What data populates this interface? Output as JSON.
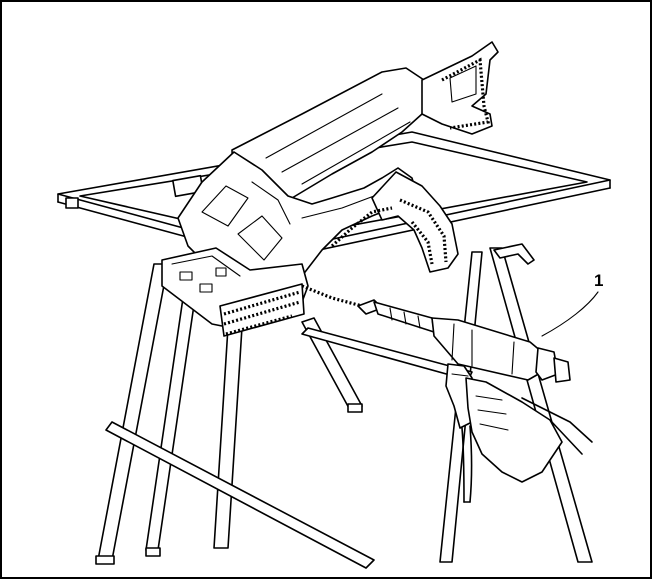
{
  "diagram": {
    "callouts": [
      {
        "label": "1",
        "target": "adhesive-dispenser-gun"
      }
    ],
    "components": [
      "work-stand",
      "body-panel-assembly",
      "adhesive-bead",
      "adhesive-dispenser-gun",
      "technician-hand"
    ],
    "colors": {
      "line": "#000000",
      "background": "#ffffff"
    }
  }
}
